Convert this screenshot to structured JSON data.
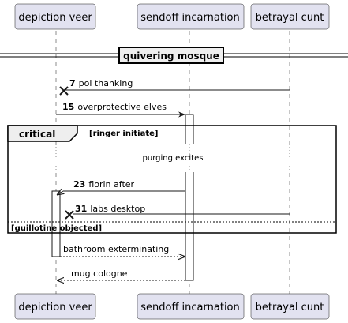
{
  "participants": {
    "p1": "depiction veer",
    "p2": "sendoff incarnation",
    "p3": "betrayal cunt"
  },
  "divider": {
    "label": "quivering mosque"
  },
  "messages": {
    "m1": {
      "num": "7",
      "text": "poi thanking"
    },
    "m2": {
      "num": "15",
      "text": "overprotective elves"
    },
    "m3": {
      "num": "23",
      "text": "florin after"
    },
    "m4": {
      "num": "31",
      "text": "labs desktop"
    },
    "m5": {
      "text": "bathroom exterminating"
    },
    "m6": {
      "text": "mug cologne"
    }
  },
  "fragment": {
    "keyword": "critical",
    "guard1": "[ringer initiate]",
    "guard2": "[guillotine objected]"
  },
  "delay": {
    "text": "purging excites"
  }
}
